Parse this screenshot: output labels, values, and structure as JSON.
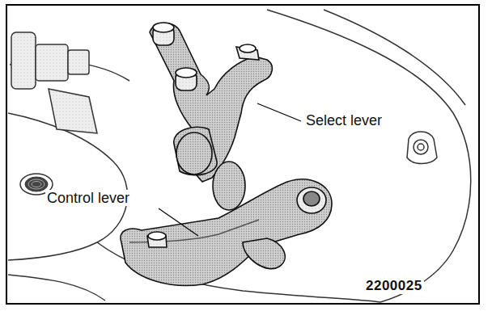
{
  "diagram": {
    "labels": [
      "Select lever",
      "Control lever",
      "2200025"
    ]
  }
}
